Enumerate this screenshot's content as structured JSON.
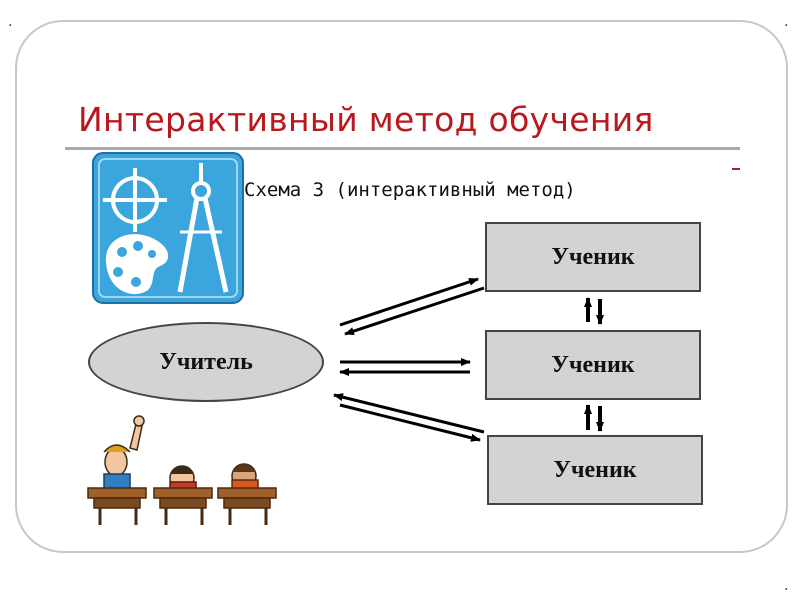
{
  "slide": {
    "title": "Интерактивный метод обучения",
    "subtitle": "Схема 3 (интерактивный метод)"
  },
  "diagram": {
    "teacher": "Учитель",
    "students": [
      "Ученик",
      "Ученик",
      "Ученик"
    ]
  },
  "colors": {
    "title": "#b8191f",
    "node_fill": "#d3d3d3",
    "node_border": "#444444",
    "icon_bg": "#3aa6dd"
  },
  "icons": [
    "drawing-tools-icon",
    "pupils-at-desks-icon"
  ]
}
